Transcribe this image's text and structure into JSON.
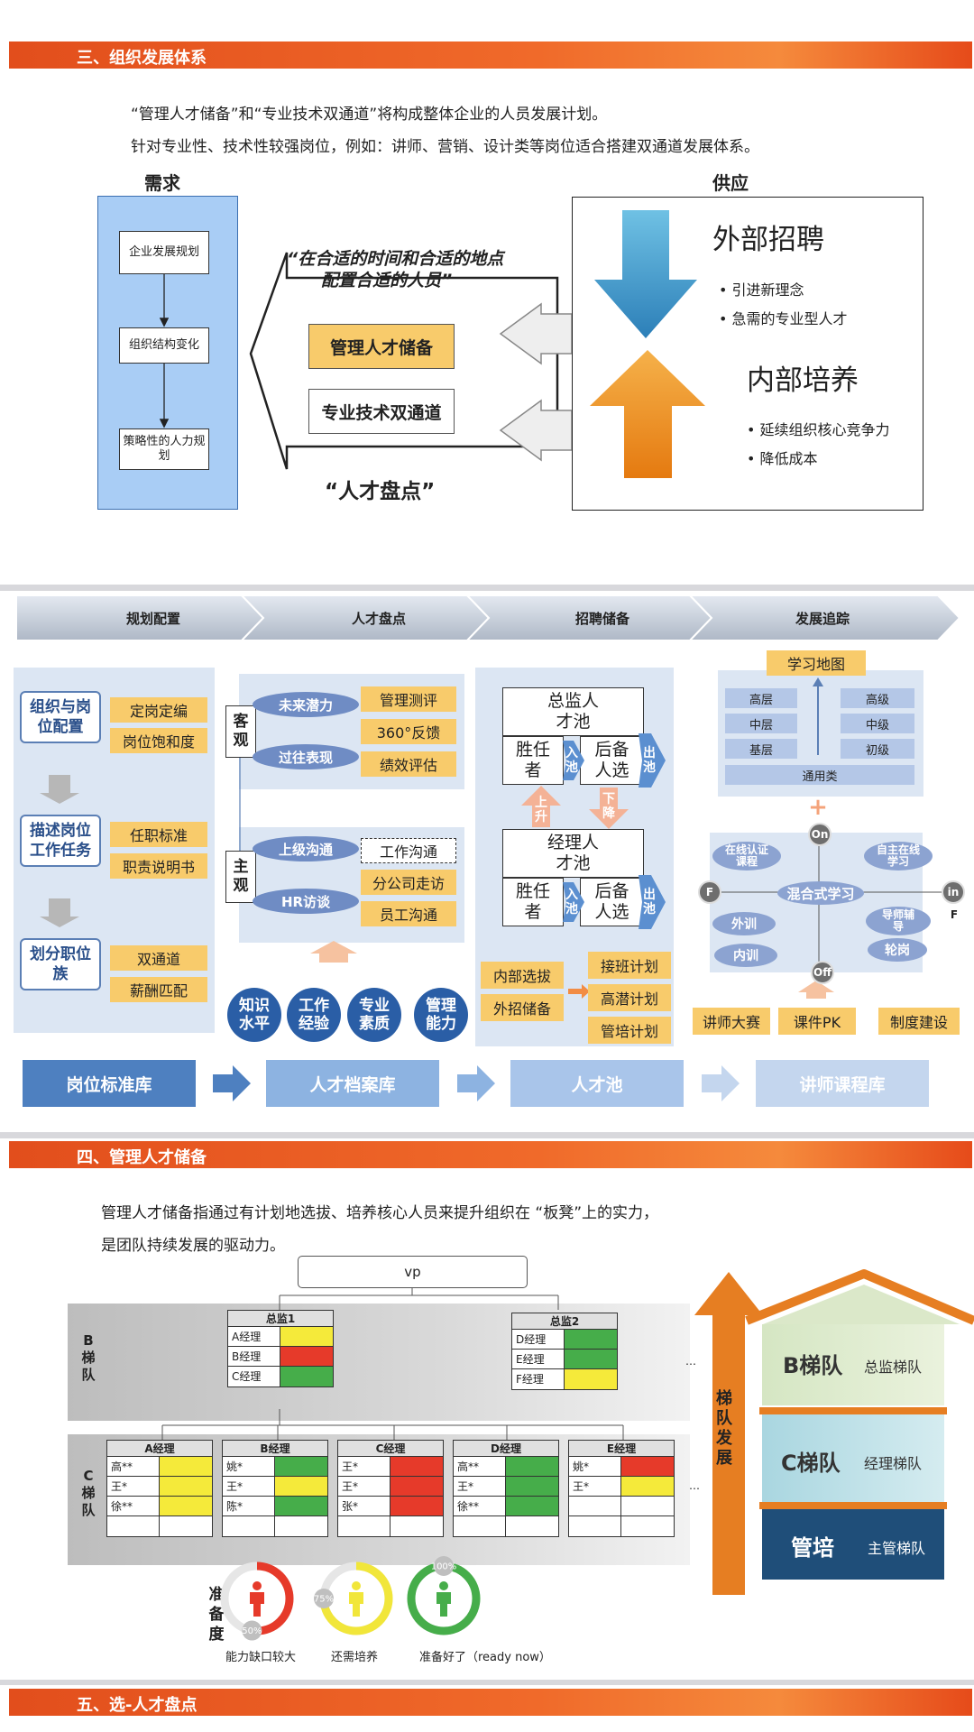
{
  "s3": {
    "title": "三、组织发展体系",
    "intro1": "“管理人才储备”和“专业技术双通道”将构成整体企业的人员发展计划。",
    "intro2": "针对专业性、技术性较强岗位，例如：讲师、营销、设计类等岗位适合搭建双通道发展体系。",
    "demand": "需求",
    "supply": "供应",
    "demand_items": [
      "企业发展规划",
      "组织结构变化",
      "策略性的人力规划"
    ],
    "quote1": "“在合适的时间和合适的地点",
    "quote2": "配置合适的人员”",
    "mgmt_reserve": "管理人才储备",
    "dual_channel": "专业技术双通道",
    "talent_review": "“人才盘点”",
    "ext_title": "外部招聘",
    "ext_bullets": [
      "• 引进新理念",
      "• 急需的专业型人才"
    ],
    "int_title": "内部培养",
    "int_bullets": [
      "• 延续组织核心竞争力",
      "• 降低成本"
    ]
  },
  "flow": {
    "chevrons": [
      "规划配置",
      "人才盘点",
      "招聘储备",
      "发展追踪"
    ],
    "col1": {
      "blocks": [
        {
          "label": "组织与岗位配置",
          "items": [
            "定岗定编",
            "岗位饱和度"
          ]
        },
        {
          "label": "描述岗位工作任务",
          "items": [
            "任职标准",
            "职责说明书"
          ]
        },
        {
          "label": "划分职位族",
          "items": [
            "双通道",
            "薪酬匹配"
          ]
        }
      ]
    },
    "col2": {
      "obj": "客观",
      "subj": "主观",
      "obj_ovals": [
        "未来潜力",
        "过往表现"
      ],
      "obj_items": [
        "管理测评",
        "360°反馈",
        "绩效评估"
      ],
      "subj_ovals": [
        "上级沟通",
        "HR访谈"
      ],
      "subj_items": [
        "工作沟通",
        "分公司走访",
        "员工沟通"
      ],
      "circles": [
        "知识水平",
        "工作经验",
        "专业素质",
        "管理能力"
      ]
    },
    "col3": {
      "top_pool": "总监人才池",
      "mid_pool": "经理人才池",
      "competent": "胜任者",
      "backup": "后备人选",
      "in": "入池",
      "out": "出池",
      "up": "上升",
      "down": "下降",
      "left_items": [
        "内部选拔",
        "外招储备"
      ],
      "right_items": [
        "接班计划",
        "高潜计划",
        "管培计划"
      ]
    },
    "col4": {
      "map_title": "学习地图",
      "levels_left": [
        "高层",
        "中层",
        "基层"
      ],
      "levels_right": [
        "高级",
        "中级",
        "初级"
      ],
      "general": "通用类",
      "plus": "+",
      "on": "On",
      "off": "Off",
      "f_left": "F",
      "f_right": "F",
      "in": "in",
      "center": "混合式学习",
      "ovals": [
        "在线认证课程",
        "自主在线学习",
        "外训",
        "导师辅导",
        "内训",
        "轮岗"
      ],
      "bottom": [
        "讲师大赛",
        "课件PK",
        "制度建设"
      ]
    },
    "libs": [
      "岗位标准库",
      "人才档案库",
      "人才池",
      "讲师课程库"
    ]
  },
  "s4": {
    "title": "四、管理人才储备",
    "intro1": "管理人才储备指通过有计划地选拔、培养核心人员来提升组织在 “板凳”上的实力，",
    "intro2": "是团队持续发展的驱动力。",
    "vp": "vp",
    "b_label": "B梯队",
    "c_label": "C梯队",
    "dots": "…",
    "directors": [
      {
        "name": "总监1",
        "rows": [
          {
            "n": "A经理",
            "c": "#f5ea3a"
          },
          {
            "n": "B经理",
            "c": "#e63a2a"
          },
          {
            "n": "C经理",
            "c": "#46ad4a"
          }
        ]
      },
      {
        "name": "总监2",
        "rows": [
          {
            "n": "D经理",
            "c": "#46ad4a"
          },
          {
            "n": "E经理",
            "c": "#46ad4a"
          },
          {
            "n": "F经理",
            "c": "#f5ea3a"
          }
        ]
      }
    ],
    "managers": [
      {
        "name": "A经理",
        "rows": [
          {
            "n": "高**",
            "c": "#f5ea3a"
          },
          {
            "n": "王*",
            "c": "#f5ea3a"
          },
          {
            "n": "徐**",
            "c": "#f5ea3a"
          },
          {
            "n": "",
            "c": "#ffffff"
          }
        ]
      },
      {
        "name": "B经理",
        "rows": [
          {
            "n": "姚*",
            "c": "#46ad4a"
          },
          {
            "n": "王*",
            "c": "#f5ea3a"
          },
          {
            "n": "陈*",
            "c": "#46ad4a"
          },
          {
            "n": "",
            "c": "#ffffff"
          }
        ]
      },
      {
        "name": "C经理",
        "rows": [
          {
            "n": "王*",
            "c": "#e63a2a"
          },
          {
            "n": "王*",
            "c": "#e63a2a"
          },
          {
            "n": "张*",
            "c": "#e63a2a"
          },
          {
            "n": "",
            "c": "#ffffff"
          }
        ]
      },
      {
        "name": "D经理",
        "rows": [
          {
            "n": "高**",
            "c": "#46ad4a"
          },
          {
            "n": "王*",
            "c": "#46ad4a"
          },
          {
            "n": "徐**",
            "c": "#46ad4a"
          },
          {
            "n": "",
            "c": "#ffffff"
          }
        ]
      },
      {
        "name": "E经理",
        "rows": [
          {
            "n": "姚*",
            "c": "#e63a2a"
          },
          {
            "n": "王*",
            "c": "#f5ea3a"
          },
          {
            "n": "",
            "c": "#ffffff"
          },
          {
            "n": "",
            "c": "#ffffff"
          }
        ]
      }
    ],
    "ladder_dev": "梯队发展",
    "house": [
      {
        "big": "B梯队",
        "small": "总监梯队"
      },
      {
        "big": "C梯队",
        "small": "经理梯队"
      },
      {
        "big": "管培",
        "small": "主管梯队"
      }
    ],
    "readiness": "准备度",
    "gauges": [
      {
        "pct": "50%",
        "value": 0.5,
        "color": "#e63a2a",
        "label": "能力缺口较大"
      },
      {
        "pct": "75%",
        "value": 0.75,
        "color": "#f1e63a",
        "label": "还需培养"
      },
      {
        "pct": "100%",
        "value": 1.0,
        "color": "#46ad4a",
        "label": "准备好了（ready now）"
      }
    ]
  },
  "s5": {
    "title": "五、选-人才盘点"
  }
}
